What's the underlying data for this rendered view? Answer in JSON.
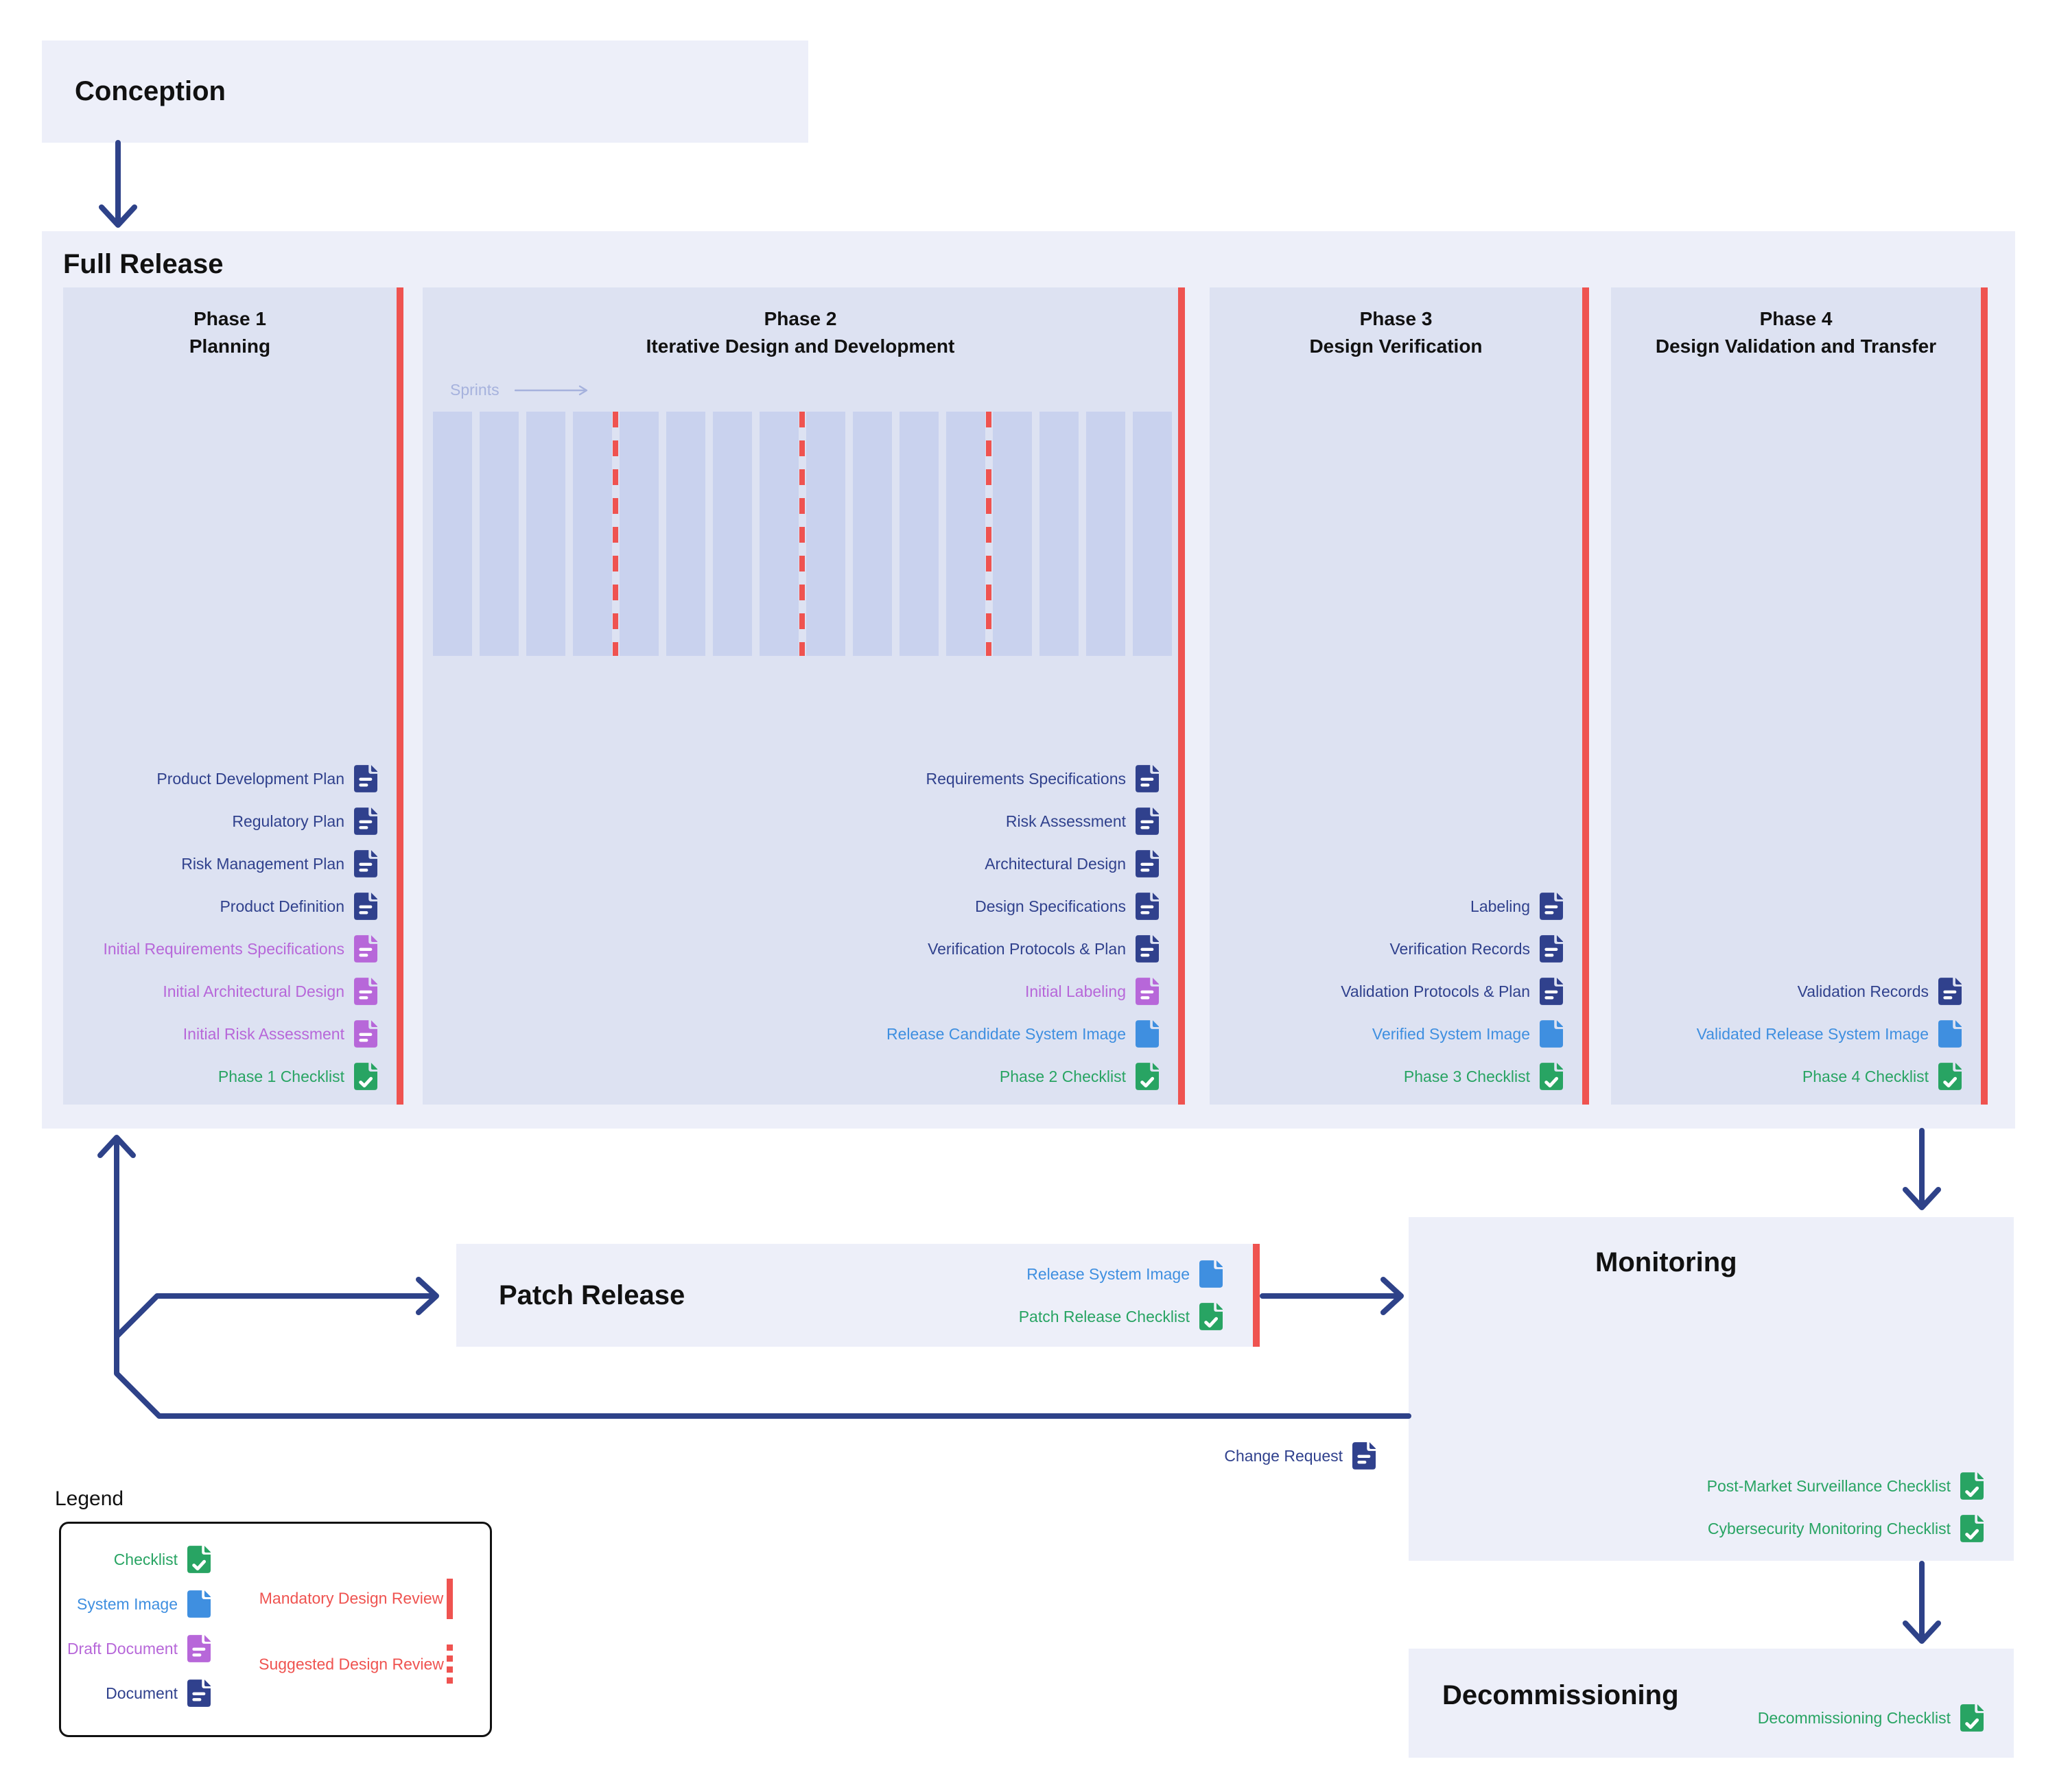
{
  "colors": {
    "navy": "#30418d",
    "draft": "#b767d9",
    "image": "#3f8fe0",
    "check": "#28a463",
    "red": "#ef5350",
    "arrow": "#2e4289",
    "box_bg": "#edeff9",
    "phase_bg": "#dde2f2",
    "sprint_bg": "#c9d2ee",
    "sprint_label": "#a6b2dd"
  },
  "conception": {
    "title": "Conception"
  },
  "full_release": {
    "title": "Full Release",
    "phases": [
      {
        "title_line1": "Phase 1",
        "title_line2": "Planning",
        "items": [
          {
            "label": "Product Development Plan",
            "type": "document"
          },
          {
            "label": "Regulatory Plan",
            "type": "document"
          },
          {
            "label": "Risk Management Plan",
            "type": "document"
          },
          {
            "label": "Product Definition",
            "type": "document"
          },
          {
            "label": "Initial Requirements Specifications",
            "type": "draft"
          },
          {
            "label": "Initial Architectural Design",
            "type": "draft"
          },
          {
            "label": "Initial Risk Assessment",
            "type": "draft"
          },
          {
            "label": "Phase 1 Checklist",
            "type": "check"
          }
        ]
      },
      {
        "title_line1": "Phase 2",
        "title_line2": "Iterative Design and Development",
        "sprints": {
          "label": "Sprints",
          "count": 16
        },
        "items": [
          {
            "label": "Requirements Specifications",
            "type": "document"
          },
          {
            "label": "Risk Assessment",
            "type": "document"
          },
          {
            "label": "Architectural Design",
            "type": "document"
          },
          {
            "label": "Design Specifications",
            "type": "document"
          },
          {
            "label": "Verification Protocols & Plan",
            "type": "document"
          },
          {
            "label": "Initial Labeling",
            "type": "draft"
          },
          {
            "label": "Release Candidate System Image",
            "type": "image"
          },
          {
            "label": "Phase 2 Checklist",
            "type": "check"
          }
        ]
      },
      {
        "title_line1": "Phase 3",
        "title_line2": "Design Verification",
        "items": [
          {
            "label": "Labeling",
            "type": "document"
          },
          {
            "label": "Verification Records",
            "type": "document"
          },
          {
            "label": "Validation Protocols & Plan",
            "type": "document"
          },
          {
            "label": "Verified System Image",
            "type": "image"
          },
          {
            "label": "Phase 3 Checklist",
            "type": "check"
          }
        ]
      },
      {
        "title_line1": "Phase 4",
        "title_line2": "Design Validation and Transfer",
        "items": [
          {
            "label": "Validation Records",
            "type": "document"
          },
          {
            "label": "Validated Release System Image",
            "type": "image"
          },
          {
            "label": "Phase 4 Checklist",
            "type": "check"
          }
        ]
      }
    ]
  },
  "patch_release": {
    "title": "Patch Release",
    "items": [
      {
        "label": "Release System Image",
        "type": "image"
      },
      {
        "label": "Patch Release Checklist",
        "type": "check"
      }
    ]
  },
  "monitoring": {
    "title": "Monitoring",
    "items": [
      {
        "label": "Post-Market Surveillance Checklist",
        "type": "check"
      },
      {
        "label": "Cybersecurity Monitoring Checklist",
        "type": "check"
      }
    ]
  },
  "decommissioning": {
    "title": "Decommissioning",
    "items": [
      {
        "label": "Decommissioning Checklist",
        "type": "check"
      }
    ]
  },
  "change_request": {
    "items": [
      {
        "label": "Change Request",
        "type": "document"
      }
    ]
  },
  "legend": {
    "title": "Legend",
    "doc_types": [
      {
        "label": "Checklist",
        "type": "check"
      },
      {
        "label": "System Image",
        "type": "image"
      },
      {
        "label": "Draft Document",
        "type": "draft"
      },
      {
        "label": "Document",
        "type": "document"
      }
    ],
    "reviews": [
      {
        "label": "Mandatory Design Review",
        "style": "solid"
      },
      {
        "label": "Suggested Design Review",
        "style": "dashed"
      }
    ]
  }
}
